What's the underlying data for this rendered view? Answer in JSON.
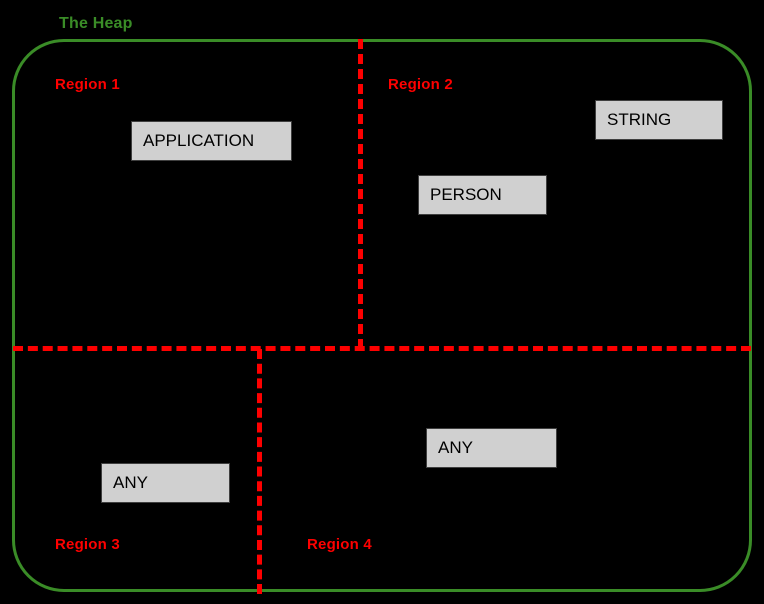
{
  "diagram": {
    "title": "The Heap",
    "colors": {
      "background": "#000000",
      "heap_border": "#3a8c27",
      "heap_title": "#3a8c27",
      "divider": "#fe0000",
      "region_label": "#fe0000",
      "object_fill": "#d0d0d0",
      "object_border": "#3f3f3f",
      "object_text": "#000000"
    },
    "regions": [
      {
        "id": "region-1",
        "label": "Region 1"
      },
      {
        "id": "region-2",
        "label": "Region 2"
      },
      {
        "id": "region-3",
        "label": "Region 3"
      },
      {
        "id": "region-4",
        "label": "Region 4"
      }
    ],
    "objects": [
      {
        "id": "application",
        "label": "APPLICATION",
        "region": "Region 1"
      },
      {
        "id": "string",
        "label": "STRING",
        "region": "Region 2"
      },
      {
        "id": "person",
        "label": "PERSON",
        "region": "Region 2"
      },
      {
        "id": "any-r3",
        "label": "ANY",
        "region": "Region 3"
      },
      {
        "id": "any-r4",
        "label": "ANY",
        "region": "Region 4"
      }
    ]
  }
}
